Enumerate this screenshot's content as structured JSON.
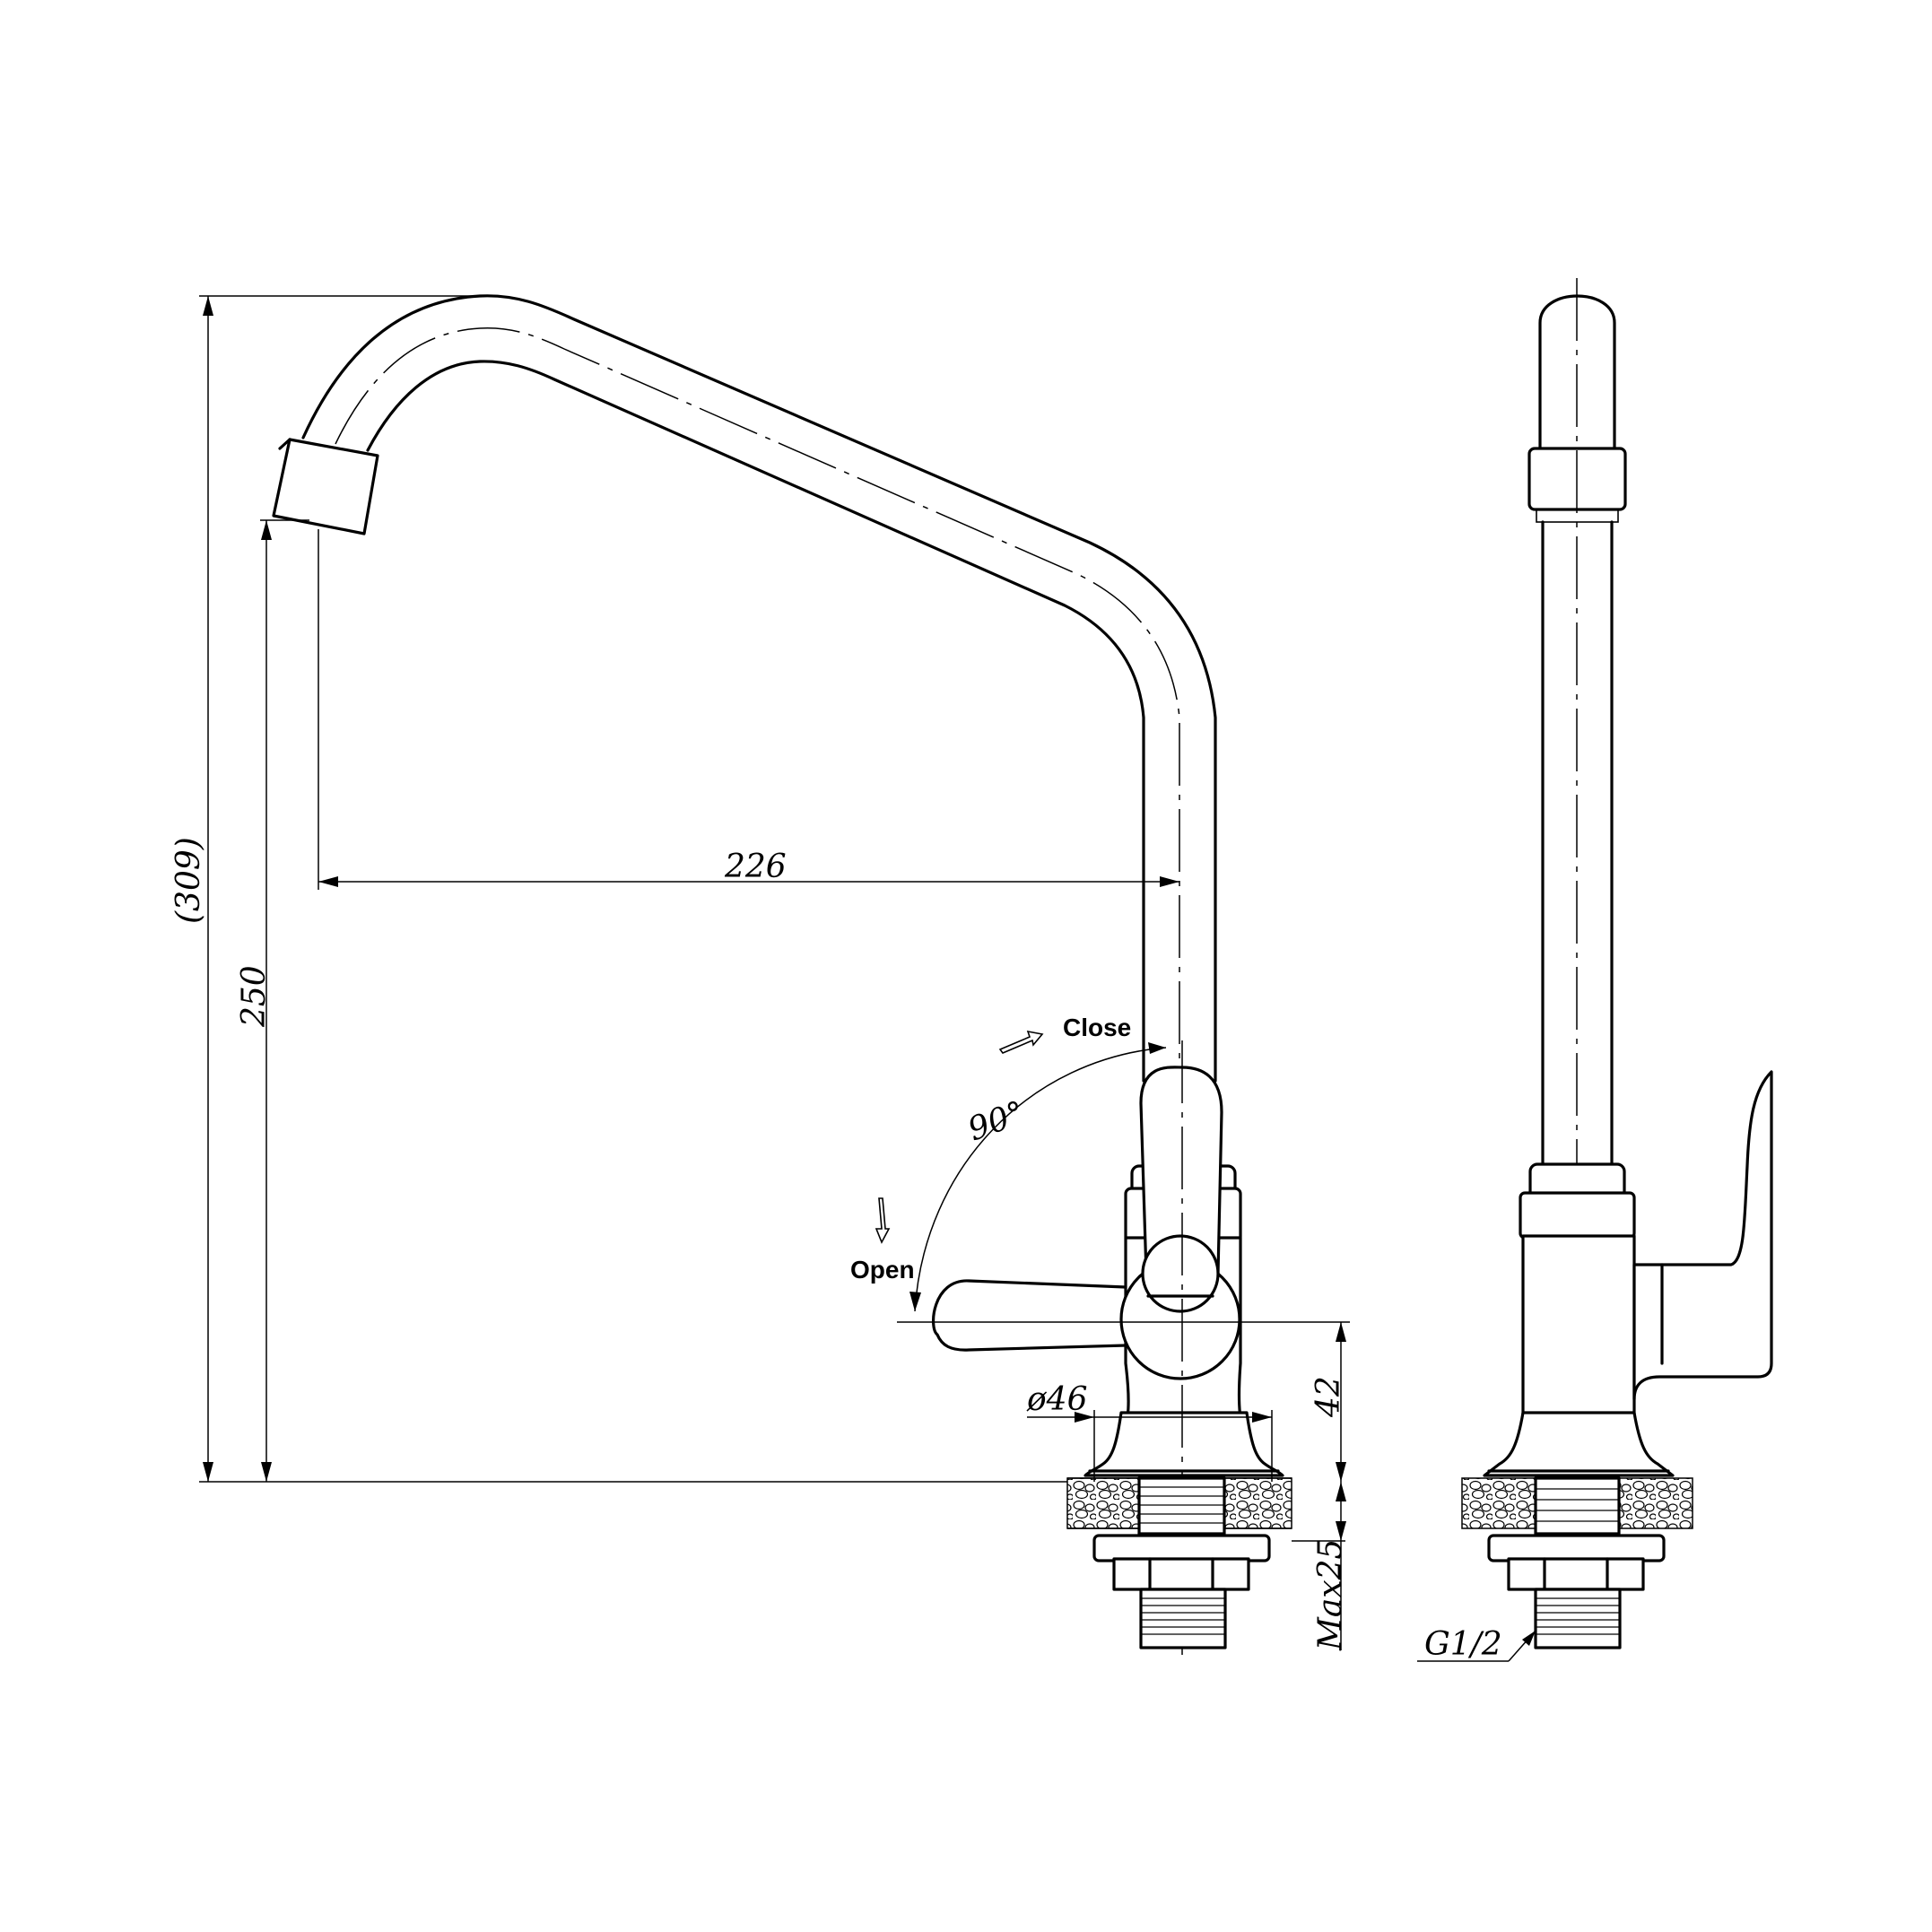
{
  "dimensions": {
    "overall_height": "(309)",
    "spout_height": "250",
    "spout_reach": "226",
    "base_diameter": "ø46",
    "handle_height": "42",
    "max_thickness": "Max25",
    "thread": "G1/2",
    "angle": "90°"
  },
  "labels": {
    "close": "Close",
    "open": "Open"
  }
}
